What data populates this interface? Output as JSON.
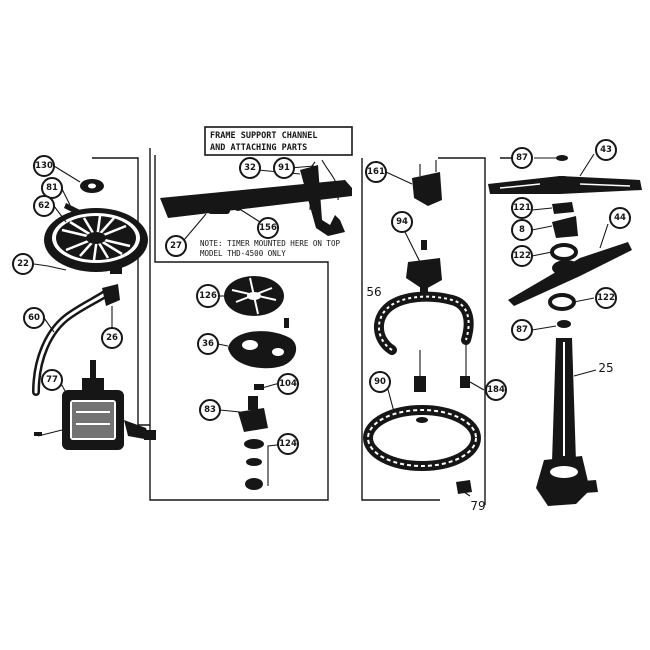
{
  "inset": {
    "title_line1": "FRAME SUPPORT CHANNEL",
    "title_line2": "AND ATTACHING PARTS",
    "note_line1": "NOTE: TIMER MOUNTED HERE ON TOP",
    "note_line2": "MODEL THD-4500 ONLY"
  },
  "callouts": [
    {
      "id": "c130",
      "label": "130"
    },
    {
      "id": "c81",
      "label": "81"
    },
    {
      "id": "c62",
      "label": "62"
    },
    {
      "id": "c22",
      "label": "22"
    },
    {
      "id": "c60",
      "label": "60"
    },
    {
      "id": "c26",
      "label": "26"
    },
    {
      "id": "c77",
      "label": "77"
    },
    {
      "id": "c32",
      "label": "32"
    },
    {
      "id": "c91",
      "label": "91"
    },
    {
      "id": "c27",
      "label": "27"
    },
    {
      "id": "c156",
      "label": "156"
    },
    {
      "id": "c126",
      "label": "126"
    },
    {
      "id": "c36",
      "label": "36"
    },
    {
      "id": "c104",
      "label": "104"
    },
    {
      "id": "c83",
      "label": "83"
    },
    {
      "id": "c124",
      "label": "124"
    },
    {
      "id": "c161",
      "label": "161"
    },
    {
      "id": "c94",
      "label": "94"
    },
    {
      "id": "c90",
      "label": "90"
    },
    {
      "id": "c184",
      "label": "184"
    },
    {
      "id": "c87a",
      "label": "87"
    },
    {
      "id": "c43",
      "label": "43"
    },
    {
      "id": "c121",
      "label": "121"
    },
    {
      "id": "c8",
      "label": "8"
    },
    {
      "id": "c122a",
      "label": "122"
    },
    {
      "id": "c44",
      "label": "44"
    },
    {
      "id": "c122b",
      "label": "122"
    },
    {
      "id": "c87b",
      "label": "87"
    }
  ],
  "plain_labels": [
    {
      "id": "p56",
      "label": "56"
    },
    {
      "id": "p25",
      "label": "25"
    },
    {
      "id": "p79",
      "label": "79"
    }
  ]
}
